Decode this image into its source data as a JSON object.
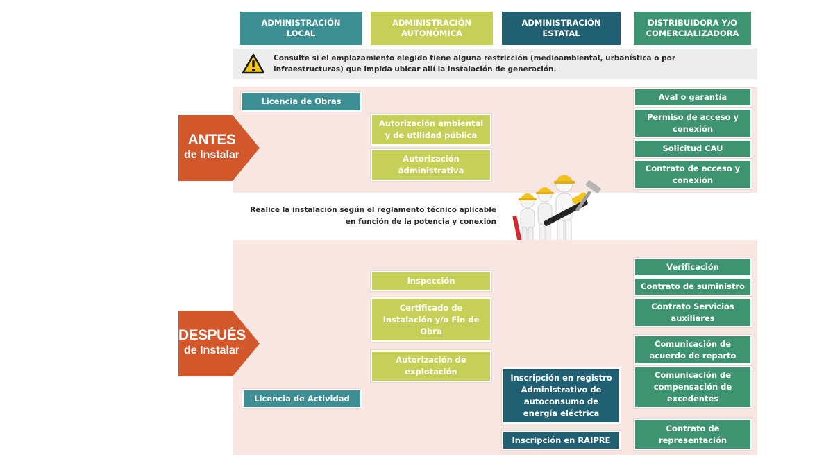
{
  "headers": {
    "local": "ADMINISTRACIÓN LOCAL",
    "autonomica": "ADMINISTRACIÓN AUTONÓMICA",
    "estatal": "ADMINISTRACIÓN ESTATAL",
    "distribuidora": "DISTRIBUIDORA Y/O COMERCIALIZADORA"
  },
  "warning": {
    "icon": "warning-triangle-icon",
    "text": "Consulte si el emplazamiento elegido tiene alguna restricción (medioambiental, urbanística o por infraestructuras) que impida ubicar allí la instalación de generación."
  },
  "antes": {
    "label_big": "ANTES",
    "label_small": "de Instalar",
    "local": [
      "Licencia de Obras"
    ],
    "autonomica": [
      "Autorización ambiental y de utilidad pública",
      "Autorización administrativa"
    ],
    "distribuidora": [
      "Aval o garantía",
      "Permiso de acceso y conexión",
      "Solicitud CAU",
      "Contrato de acceso y conexión"
    ]
  },
  "middle": {
    "text": "Realice la instalación según el reglamento técnico aplicable en función de la potencia y conexión",
    "illustration": "workers-with-tools-icon"
  },
  "despues": {
    "label_big": "DESPUÉS",
    "label_small": "de Instalar",
    "local": [
      "Licencia de Actividad"
    ],
    "autonomica": [
      "Inspección",
      "Certificado de Instalación y/o Fin de Obra",
      "Autorización de explotación"
    ],
    "estatal": [
      "Inscripción en registro Administrativo de autoconsumo de energía eléctrica",
      "Inscripción en RAIPRE"
    ],
    "distribuidora": [
      "Verificación",
      "Contrato de suministro",
      "Contrato Servicios auxiliares",
      "Comunicación de acuerdo de reparto",
      "Comunicación de compensación de excedentes",
      "Contrato de representación"
    ]
  },
  "colors": {
    "local": "#3d8f94",
    "autonomica": "#c6cf57",
    "estatal": "#215f73",
    "distribuidora": "#3e9470",
    "arrow": "#d2572a",
    "panel": "#f8e6e2"
  }
}
